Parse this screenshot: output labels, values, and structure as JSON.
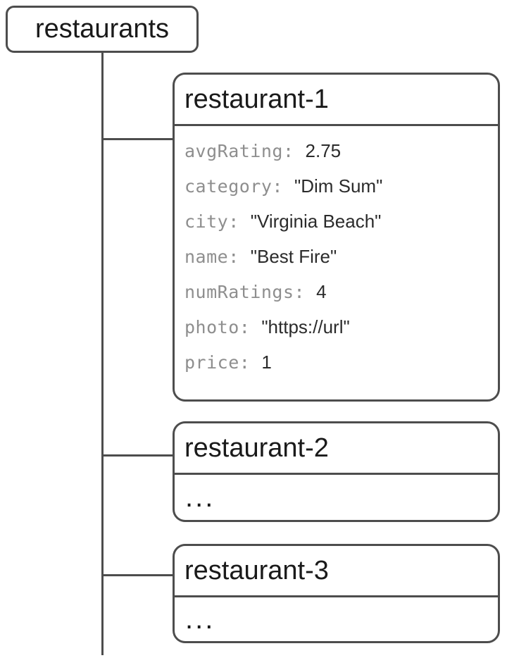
{
  "diagram": {
    "collection": {
      "label": "restaurants"
    },
    "documents": [
      {
        "title": "restaurant-1",
        "fields": [
          {
            "name": "avgRating:",
            "value": "2.75"
          },
          {
            "name": "category:",
            "value": "\"Dim Sum\""
          },
          {
            "name": "city:",
            "value": "\"Virginia Beach\""
          },
          {
            "name": "name:",
            "value": "\"Best Fire\""
          },
          {
            "name": "numRatings:",
            "value": "4"
          },
          {
            "name": "photo:",
            "value": "\"https://url\""
          },
          {
            "name": "price:",
            "value": "1"
          }
        ]
      },
      {
        "title": "restaurant-2",
        "body": "..."
      },
      {
        "title": "restaurant-3",
        "body": "..."
      }
    ],
    "colors": {
      "background": "#ffffff",
      "line": "#4d4d4d",
      "title": "#1a1a1a",
      "field_name": "#8e8e8e",
      "field_value": "#2b2b2b"
    }
  }
}
